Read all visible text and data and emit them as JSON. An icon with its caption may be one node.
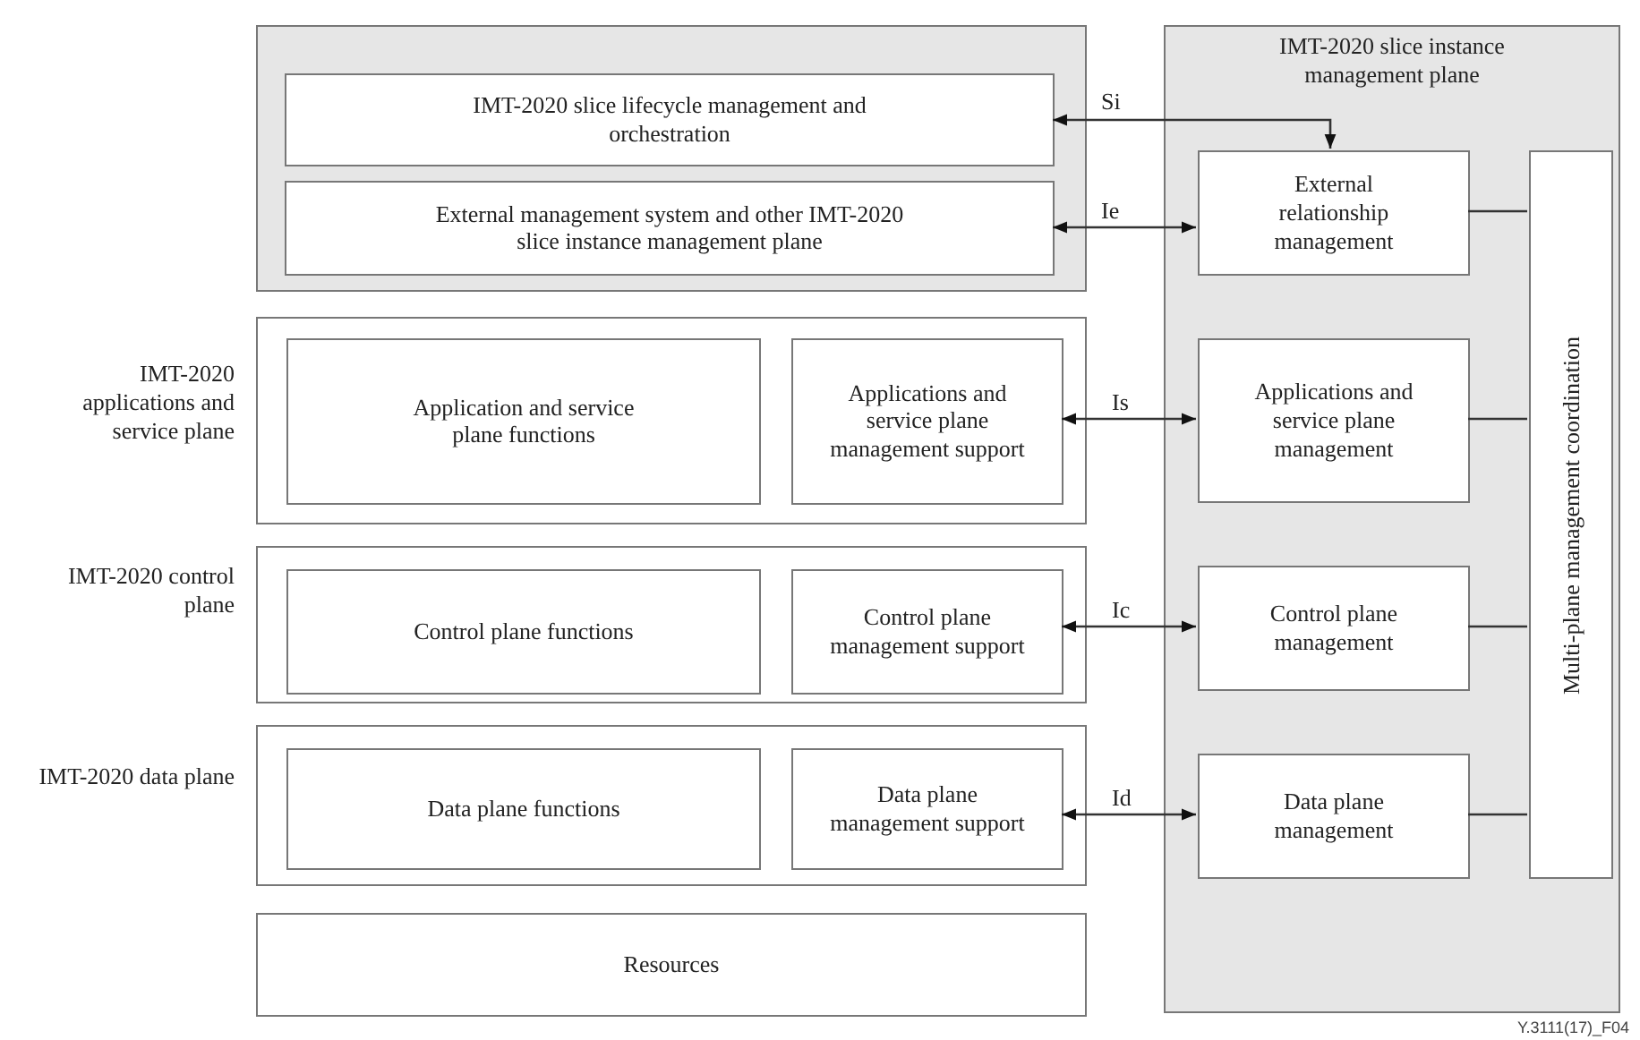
{
  "diagram": {
    "nodes": [
      {
        "text": [],
        "shape": "box"
      },
      {
        "text": [
          "IMT-2020 slice lifecycle management and orchestration"
        ],
        "in": 0
      },
      {
        "text": [
          "External management system and other IMT-2020 slice instance management plane"
        ],
        "in": 0
      },
      {
        "text": [
          "IMT-2020 applications and service plane"
        ]
      },
      {
        "text": [
          "Application and service plane functions"
        ],
        "in": 3
      },
      {
        "text": [
          "Applications and service plane management support"
        ],
        "in": 3
      },
      {
        "text": [
          "IMT-2020 control plane"
        ]
      },
      {
        "text": [
          "Control plane functions"
        ],
        "in": 6
      },
      {
        "text": [
          "Control plane management support"
        ],
        "in": 6
      },
      {
        "text": [
          "IMT-2020 data plane"
        ]
      },
      {
        "text": [
          "Data plane functions"
        ],
        "in": 9
      },
      {
        "text": [
          "Data plane management support"
        ],
        "in": 9
      },
      {
        "text": [
          "Resources"
        ]
      },
      {
        "text": [
          "IMT-2020 slice instance management plane"
        ]
      },
      {
        "text": [
          "External relationship management"
        ],
        "in": 13
      },
      {
        "text": [
          "Applications and service plane management"
        ],
        "in": 13
      },
      {
        "text": [
          "Control plane management"
        ],
        "in": 13
      },
      {
        "text": [
          "Data plane management"
        ],
        "in": 13
      },
      {
        "text": [
          "Multi-plane management coordination"
        ],
        "in": 13
      }
    ],
    "edges": [
      {
        "from": 14,
        "to": 1,
        "arrow": "both",
        "label": "Si"
      },
      {
        "from": 2,
        "to": 14,
        "arrow": "both",
        "label": "Ie"
      },
      {
        "from": 5,
        "to": 15,
        "arrow": "both",
        "label": "Is"
      },
      {
        "from": 8,
        "to": 16,
        "arrow": "both",
        "label": "Ic"
      },
      {
        "from": 11,
        "to": 17,
        "arrow": "both",
        "label": "Id"
      },
      {
        "from": 14,
        "to": 18,
        "arrow": "none"
      },
      {
        "from": 15,
        "to": 18,
        "arrow": "none"
      },
      {
        "from": 16,
        "to": 18,
        "arrow": "none"
      },
      {
        "from": 17,
        "to": 18,
        "arrow": "none"
      }
    ],
    "labels": [
      "Y.3111(17)_F04"
    ]
  }
}
